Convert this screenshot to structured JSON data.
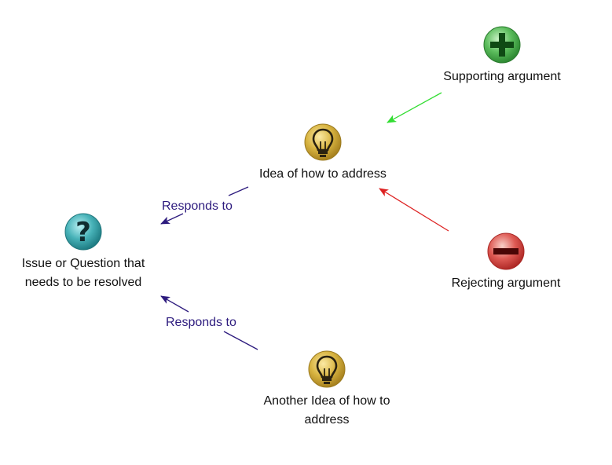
{
  "colors": {
    "responds_link": "#2d1b7e",
    "supporting_link": "#33dd33",
    "rejecting_link": "#dd2222",
    "issue_fill": "#47b2b8",
    "idea_fill": "#d8b441",
    "pro_fill": "#3fa843",
    "con_fill": "#d9443f"
  },
  "nodes": {
    "supporting": {
      "label": "Supporting argument",
      "icon": "plus-icon"
    },
    "idea": {
      "label": "Idea of how to address",
      "icon": "lightbulb-icon"
    },
    "issue": {
      "label": "Issue or Question that\nneeds to be resolved",
      "icon": "question-icon"
    },
    "rejecting": {
      "label": "Rejecting argument",
      "icon": "minus-icon"
    },
    "another_idea": {
      "label": "Another Idea of how to\naddress",
      "icon": "lightbulb-icon"
    }
  },
  "links": {
    "idea_to_issue": {
      "label": "Responds to"
    },
    "another_to_issue": {
      "label": "Responds to"
    }
  }
}
